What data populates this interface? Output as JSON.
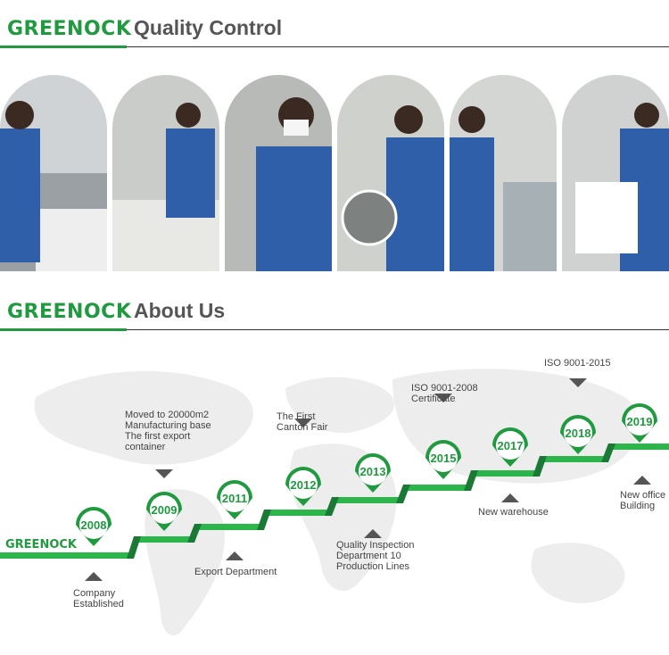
{
  "section1": {
    "brand": "GREENOCK",
    "title": "Quality Control"
  },
  "section2": {
    "brand": "GREENOCK",
    "title": "About Us"
  },
  "timeline": {
    "brand": "GREENOCK",
    "years": [
      "2008",
      "2009",
      "2011",
      "2012",
      "2013",
      "2015",
      "2017",
      "2018",
      "2019"
    ],
    "events": {
      "e2008": "Company\nEstablished",
      "e2009": "Moved to 20000m2\nManufacturing base\nThe first export\ncontainer",
      "e2011": "Export Department",
      "e2012": "The First\nCanton Fair",
      "e2013": "Quality Inspection\nDepartment 10\nProduction Lines",
      "e2015": "ISO 9001-2008\nCertificate",
      "e2017": "New warehouse",
      "e2018": "ISO 9001-2015",
      "e2019": "New office\nBuilding"
    }
  },
  "colors": {
    "brand_green": "#1f9a3f",
    "step_green": "#2bb54b",
    "text_gray": "#555555",
    "map_gray": "#ededed"
  }
}
